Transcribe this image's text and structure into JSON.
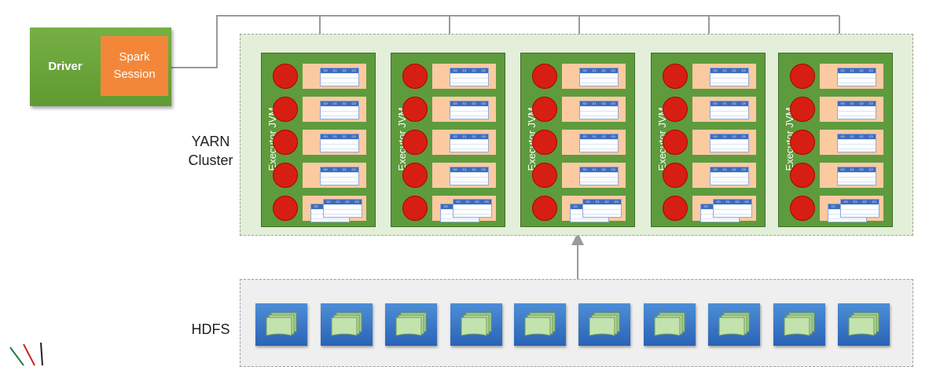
{
  "driver": {
    "label": "Driver",
    "session_line1": "Spark",
    "session_line2": "Session"
  },
  "cluster": {
    "label_line1": "YARN",
    "label_line2": "Cluster"
  },
  "hdfs": {
    "label": "HDFS",
    "block_count": 10
  },
  "executor_title": "Executor JVM",
  "executor_count": 5,
  "tasks_per_executor": 5,
  "partition_headers": [
    "C0",
    "C1",
    "C2",
    "C3"
  ],
  "colors": {
    "driver": "#6aa63a",
    "session": "#f2873a",
    "cluster_bg": "#e3efd9",
    "executor": "#5e9b3d",
    "task": "#d71e12",
    "partition": "#fbcaa1",
    "hdfs_block": "#2e6fc4",
    "connector": "#9a9a9a"
  },
  "icons": [
    "database-icon",
    "logo-icon"
  ]
}
